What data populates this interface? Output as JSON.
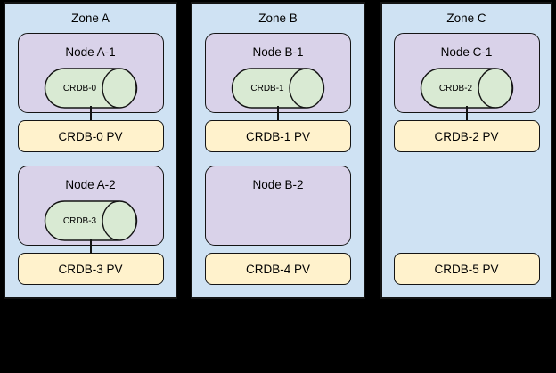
{
  "diagram": {
    "background_color": "#000000",
    "zone_fill": "#cfe2f3",
    "node_fill": "#d9d2e9",
    "pod_fill": "#d9ead3",
    "pv_fill": "#fff2cc",
    "border_color": "#141414",
    "zones": [
      {
        "label": "Zone A",
        "slots": [
          {
            "node_label": "Node A-1",
            "pod_label": "CRDB-0",
            "pv_label": "CRDB-0 PV"
          },
          {
            "node_label": "Node A-2",
            "pod_label": "CRDB-3",
            "pv_label": "CRDB-3 PV"
          }
        ]
      },
      {
        "label": "Zone B",
        "slots": [
          {
            "node_label": "Node B-1",
            "pod_label": "CRDB-1",
            "pv_label": "CRDB-1 PV"
          },
          {
            "node_label": "Node B-2",
            "pv_label": "CRDB-4 PV"
          }
        ]
      },
      {
        "label": "Zone C",
        "slots": [
          {
            "node_label": "Node C-1",
            "pod_label": "CRDB-2",
            "pv_label": "CRDB-2 PV"
          },
          {
            "pv_label": "CRDB-5 PV"
          }
        ]
      }
    ]
  }
}
